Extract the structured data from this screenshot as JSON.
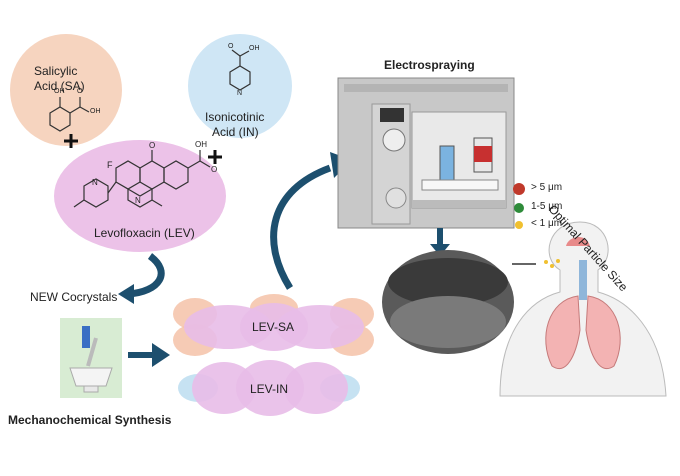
{
  "reagents": {
    "sa": {
      "line1": "Salicylic",
      "line2": "Acid (SA)"
    },
    "in": {
      "line1": "Isonicotinic",
      "line2": "Acid (IN)"
    },
    "lev": {
      "label": "Levofloxacin (LEV)"
    },
    "plus": "+"
  },
  "atoms": {
    "oh": "OH",
    "o": "O",
    "f": "F",
    "n": "N"
  },
  "cocrystals": {
    "title": "NEW Cocrystals",
    "lev_sa": "LEV-SA",
    "lev_in": "LEV-IN"
  },
  "synthesis": {
    "label": "Mechanochemical Synthesis"
  },
  "electrospray": {
    "title": "Electrospraying",
    "legend": [
      {
        "label": "> 5 μm",
        "color": "#c0392b"
      },
      {
        "label": "1-5 μm",
        "color": "#2e8b3a"
      },
      {
        "label": "< 1 μm",
        "color": "#f0c030"
      }
    ]
  },
  "lungs": {
    "caption": "Optimal Particle Size"
  },
  "colors": {
    "sa_circle": "#f6d4bf",
    "in_circle": "#cfe6f5",
    "lev_ellipse": "#ecc2e8",
    "arrow": "#1d4f6e",
    "sa_blob": "#f4c2a8",
    "pink_blob": "#e8bde8",
    "in_blob": "#c6e2f2"
  }
}
